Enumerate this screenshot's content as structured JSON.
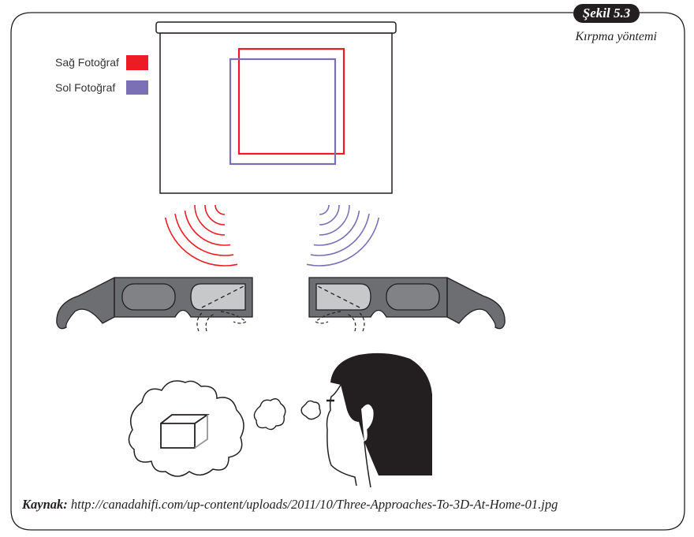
{
  "figure": {
    "badge": "Şekil 5.3",
    "subtitle": "Kırpma yöntemi"
  },
  "legend": [
    {
      "label": "Sağ Fotoğraf",
      "color": "#ed1c24"
    },
    {
      "label": "Sol Fotoğraf",
      "color": "#7b6fb5"
    }
  ],
  "source": {
    "label": "Kaynak:",
    "url": "http://canadahifi.com/up-content/uploads/2011/10/Three-Approaches-To-3D-At-Home-01.jpg"
  }
}
